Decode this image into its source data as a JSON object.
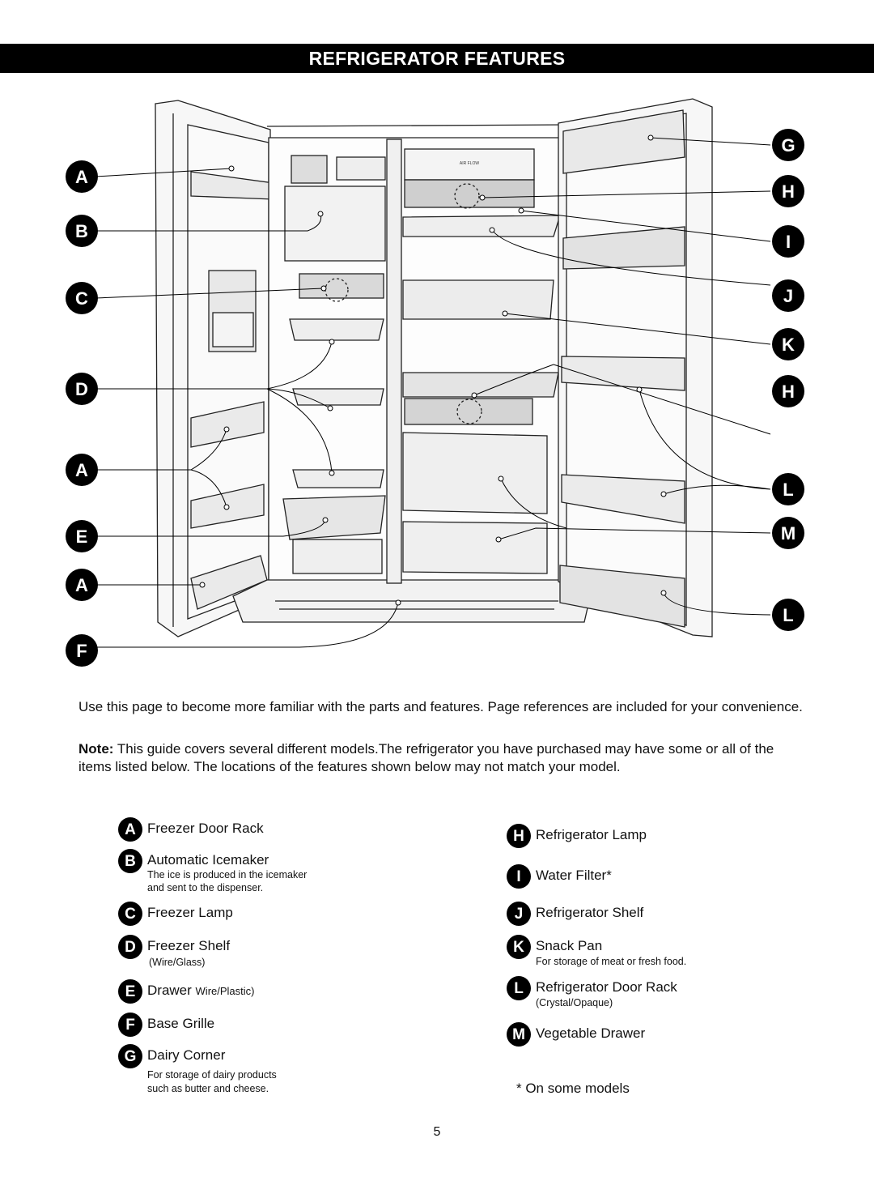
{
  "title": "REFRIGERATOR FEATURES",
  "diagram": {
    "left_badges": [
      "A",
      "B",
      "C",
      "D",
      "A",
      "E",
      "A",
      "F"
    ],
    "right_badges": [
      "G",
      "H",
      "I",
      "J",
      "K",
      "H",
      "L",
      "M",
      "L"
    ],
    "panel_text": "AIR FLOW"
  },
  "intro": "Use this page to become more familiar with the parts and features. Page references are included for your convenience.",
  "note": {
    "label": "Note:",
    "text": " This guide covers several different models.The refrigerator you have purchased may have some or all of the items listed below. The locations of the features shown below may not match your model."
  },
  "legend_left": [
    {
      "letter": "A",
      "label": "Freezer Door Rack"
    },
    {
      "letter": "B",
      "label": "Automatic Icemaker",
      "sub1": "The ice is produced in the icemaker",
      "sub2": "and sent to the dispenser."
    },
    {
      "letter": "C",
      "label": "Freezer Lamp"
    },
    {
      "letter": "D",
      "label": "Freezer Shelf",
      "sub1": "(Wire/Glass)"
    },
    {
      "letter": "E",
      "label": "Drawer",
      "small": "Wire/Plastic)"
    },
    {
      "letter": "F",
      "label": "Base Grille"
    },
    {
      "letter": "G",
      "label": "Dairy Corner",
      "sub1": "For storage of dairy products",
      "sub2": "such as butter and cheese."
    }
  ],
  "legend_right": [
    {
      "letter": "H",
      "label": "Refrigerator Lamp"
    },
    {
      "letter": "I",
      "label": "Water Filter*"
    },
    {
      "letter": "J",
      "label": "Refrigerator Shelf"
    },
    {
      "letter": "K",
      "label": "Snack Pan",
      "sub1": "For storage of meat or fresh food."
    },
    {
      "letter": "L",
      "label": "Refrigerator Door Rack",
      "sub1": "(Crystal/Opaque)"
    },
    {
      "letter": "M",
      "label": "Vegetable Drawer"
    }
  ],
  "footnote": "* On some models",
  "page_number": "5"
}
